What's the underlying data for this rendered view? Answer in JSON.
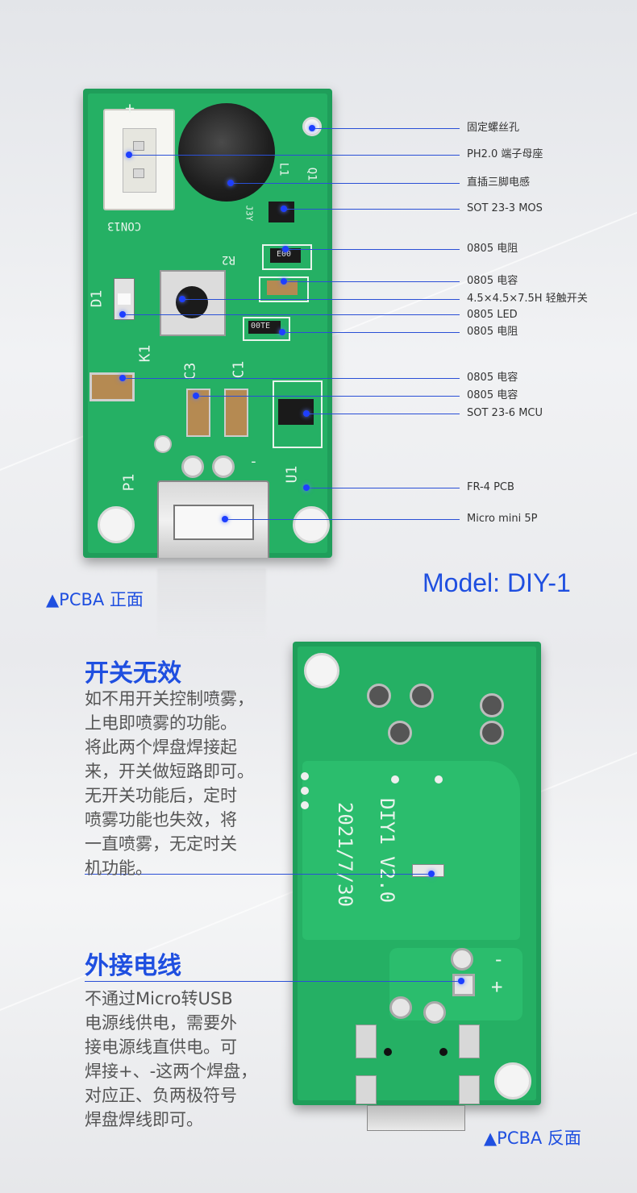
{
  "front": {
    "callouts": [
      "固定螺丝孔",
      "PH2.0 端子母座",
      "直插三脚电感",
      "SOT 23-3 MOS",
      "0805 电阻",
      "0805 电容",
      "4.5×4.5×7.5H 轻触开关",
      "0805 LED",
      "0805 电阻",
      "0805 电容",
      "0805 电容",
      "SOT 23-6 MCU",
      "FR-4 PCB",
      "Micro mini 5P"
    ],
    "silkscreen": {
      "conn": "CON13",
      "l1": "L1",
      "q1": "Q1",
      "r2": "R2",
      "d1": "D1",
      "k1": "K1",
      "c3": "C3",
      "c1": "C1",
      "p1": "P1",
      "u1": "U1",
      "plus": "+",
      "minus": "-",
      "r_code": "E00",
      "r_code2": "00TE",
      "mos_code": "J3Y"
    },
    "caption": "▲PCBA 正面"
  },
  "model": "Model: DIY-1",
  "back": {
    "silkscreen_name": "DIY1 V2.0",
    "silkscreen_date": "2021/7/30",
    "plus": "+",
    "minus": "-",
    "caption": "▲PCBA 反面"
  },
  "section1": {
    "title": "开关无效",
    "lines": [
      "如不用开关控制喷雾，",
      "上电即喷雾的功能。",
      "将此两个焊盘焊接起",
      "来，开关做短路即可。",
      "无开关功能后，定时",
      "喷雾功能也失效，将",
      "一直喷雾，无定时关",
      "机功能。"
    ]
  },
  "section2": {
    "title": "外接电线",
    "lines": [
      "不通过Micro转USB",
      "电源线供电，需要外",
      "接电源线直供电。可",
      "焊接+、-这两个焊盘，",
      "对应正、负两极符号",
      "焊盘焊线即可。"
    ]
  },
  "colors": {
    "accent": "#1f4fe0",
    "pcb_green": "#25b064",
    "callout_dot": "#1e3fff"
  }
}
